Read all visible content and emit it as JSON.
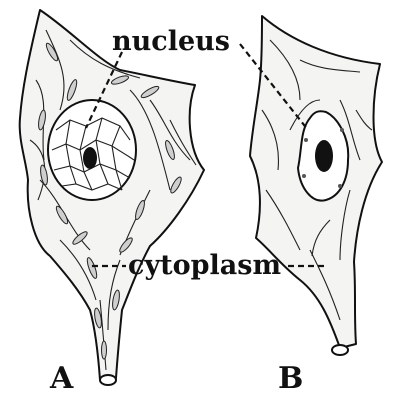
{
  "labels": {
    "nucleus": "nucleus",
    "cytoplasm": "cytoplasm",
    "cell_a": "A",
    "cell_b": "B"
  },
  "colors": {
    "ink": "#111111",
    "background": "#ffffff"
  }
}
